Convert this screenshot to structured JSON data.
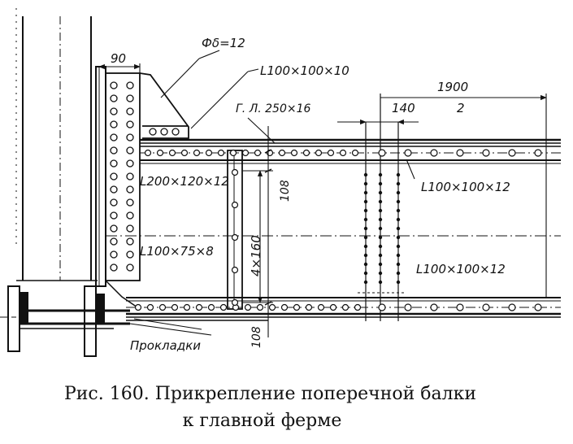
{
  "labels": {
    "dim_90": "90",
    "plate": "Фδ=12",
    "angle_top": "L100×100×10",
    "gl_plate": "Г. Л. 250×16",
    "dim_1900": "1900",
    "dim_2": "2",
    "dim_140": "140",
    "dim_108_top": "108",
    "angle_200": "L200×120×12",
    "angle_right_top": "L100×100×12",
    "dim_4x160": "4×160",
    "angle_75": "L100×75×8",
    "angle_right_bottom": "L100×100×12",
    "dim_108_bottom": "108",
    "shims": "Прокладки"
  },
  "caption": {
    "line1": "Рис. 160. Прикрепление поперечной балки",
    "line2": "к главной ферме"
  }
}
